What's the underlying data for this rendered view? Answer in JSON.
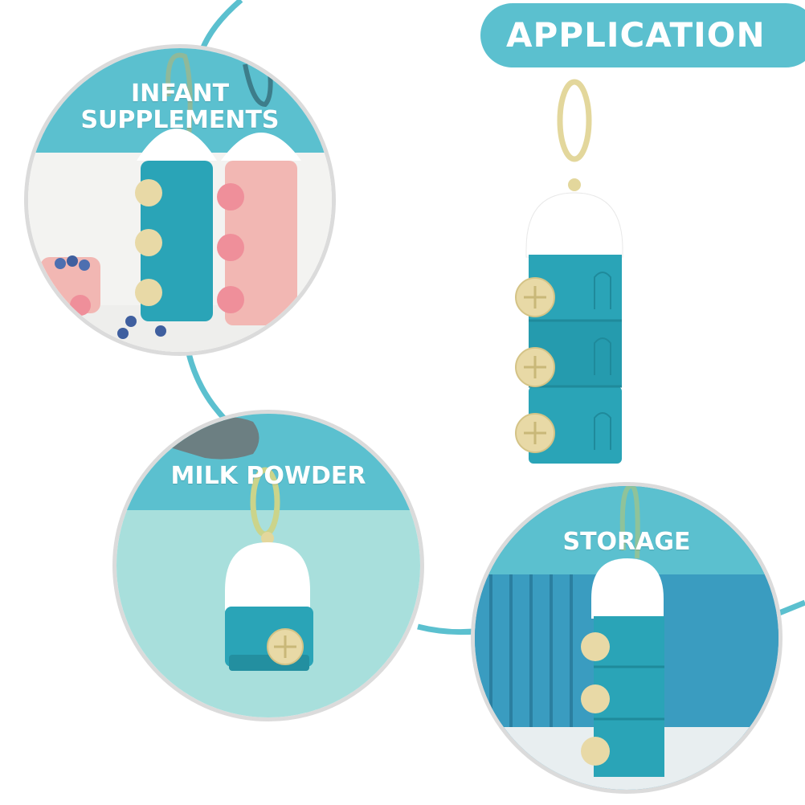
{
  "header": {
    "title": "APPLICATION"
  },
  "panels": {
    "infant_supplements": {
      "label_line1": "INFANT",
      "label_line2": "SUPPLEMENTS"
    },
    "milk_powder": {
      "label": "MILK POWDER"
    },
    "storage": {
      "label": "STORAGE"
    }
  },
  "colors": {
    "accent": "#5bc0cf",
    "product_teal": "#2aa4b7",
    "product_cap": "#ffffff",
    "knob_beige": "#e8d9a6",
    "pink_container": "#f2b7b3"
  }
}
